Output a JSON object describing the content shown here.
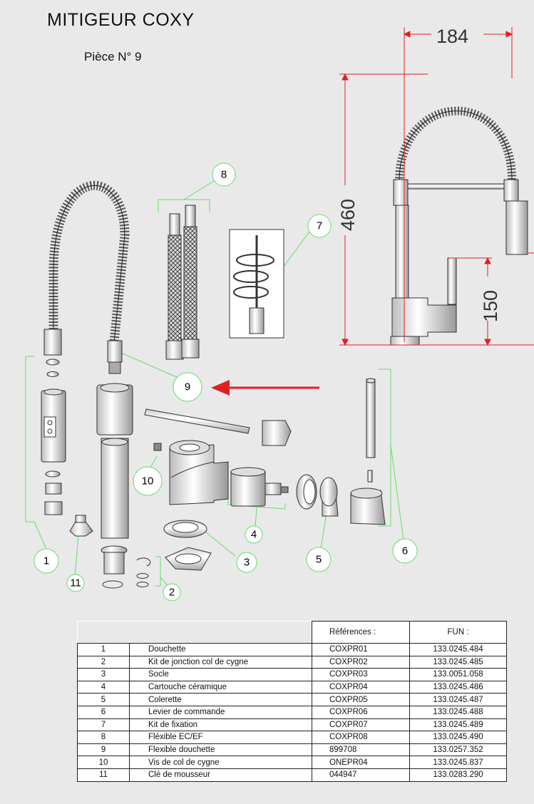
{
  "title": "MITIGEUR COXY",
  "subtitle": "Pièce N° 9",
  "dimensions": {
    "width": "184",
    "height": "460",
    "lever_height": "150"
  },
  "callouts": [
    "1",
    "2",
    "3",
    "4",
    "5",
    "6",
    "7",
    "8",
    "9",
    "10",
    "11"
  ],
  "table": {
    "headers": {
      "ref": "Références :",
      "fun": "FUN :"
    },
    "rows": [
      {
        "num": "1",
        "desc": "Douchette",
        "ref": "COXPR01",
        "fun": "133.0245.484"
      },
      {
        "num": "2",
        "desc": "Kit de jonction col de cygne",
        "ref": "COXPR02",
        "fun": "133.0245.485"
      },
      {
        "num": "3",
        "desc": "Socle",
        "ref": "COXPR03",
        "fun": "133.0051.058"
      },
      {
        "num": "4",
        "desc": "Cartouche céramique",
        "ref": "COXPR04",
        "fun": "133.0245.486"
      },
      {
        "num": "5",
        "desc": "Colerette",
        "ref": "COXPR05",
        "fun": "133.0245.487"
      },
      {
        "num": "6",
        "desc": "Levier de commande",
        "ref": "COXPR06",
        "fun": "133.0245.488"
      },
      {
        "num": "7",
        "desc": "Kit de fixation",
        "ref": "COXPR07",
        "fun": "133.0245.489"
      },
      {
        "num": "8",
        "desc": "Fléxible EC/EF",
        "ref": "COXPR08",
        "fun": "133.0245.490"
      },
      {
        "num": "9",
        "desc": "Flexible douchette",
        "ref": "899708",
        "fun": "133.0257.352"
      },
      {
        "num": "10",
        "desc": "Vis de col de cygne",
        "ref": "ONEPR04",
        "fun": "133.0245.837"
      },
      {
        "num": "11",
        "desc": "Clé de mousseur",
        "ref": "044947",
        "fun": "133.0283.290"
      }
    ]
  },
  "colors": {
    "callout_line": "#66dd66",
    "arrow": "#e02020",
    "dimension_line": "#e02020",
    "background": "#e9e9e9"
  }
}
